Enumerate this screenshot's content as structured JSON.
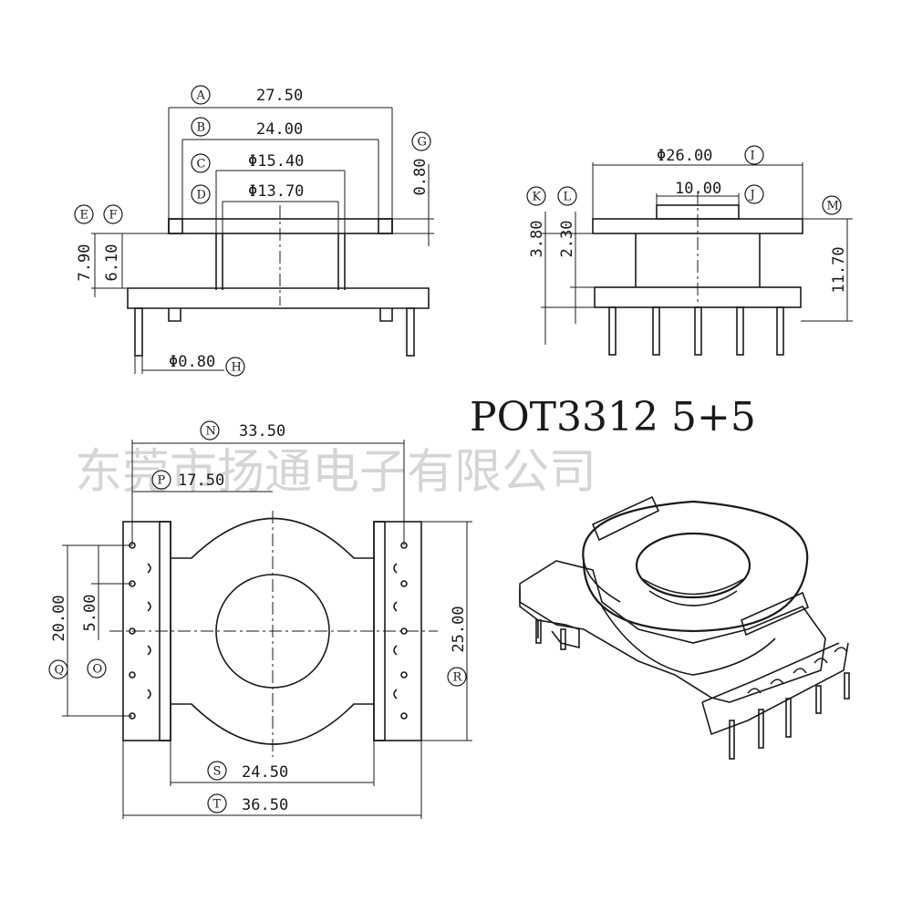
{
  "title": "POT3312  5+5",
  "watermark": "东莞市扬通电子有限公司",
  "colors": {
    "line": "#1a1a1a",
    "watermark": "#c8c8c8",
    "background": "#ffffff"
  },
  "dimensions": [
    {
      "letter": "A",
      "value": "27.50"
    },
    {
      "letter": "B",
      "value": "24.00"
    },
    {
      "letter": "C",
      "value": "Φ15.40"
    },
    {
      "letter": "D",
      "value": "Φ13.70"
    },
    {
      "letter": "E",
      "value": "7.90"
    },
    {
      "letter": "F",
      "value": "6.10"
    },
    {
      "letter": "G",
      "value": "0.80"
    },
    {
      "letter": "H",
      "value": "Φ0.80"
    },
    {
      "letter": "I",
      "value": "Φ26.00"
    },
    {
      "letter": "J",
      "value": "10.00"
    },
    {
      "letter": "K",
      "value": "3.80"
    },
    {
      "letter": "L",
      "value": "2.30"
    },
    {
      "letter": "M",
      "value": "11.70"
    },
    {
      "letter": "N",
      "value": "33.50"
    },
    {
      "letter": "P",
      "value": "17.50"
    },
    {
      "letter": "Q",
      "value": "20.00"
    },
    {
      "letter": "O",
      "value": "5.00"
    },
    {
      "letter": "R",
      "value": "25.00"
    },
    {
      "letter": "S",
      "value": "24.50"
    },
    {
      "letter": "T",
      "value": "36.50"
    }
  ]
}
